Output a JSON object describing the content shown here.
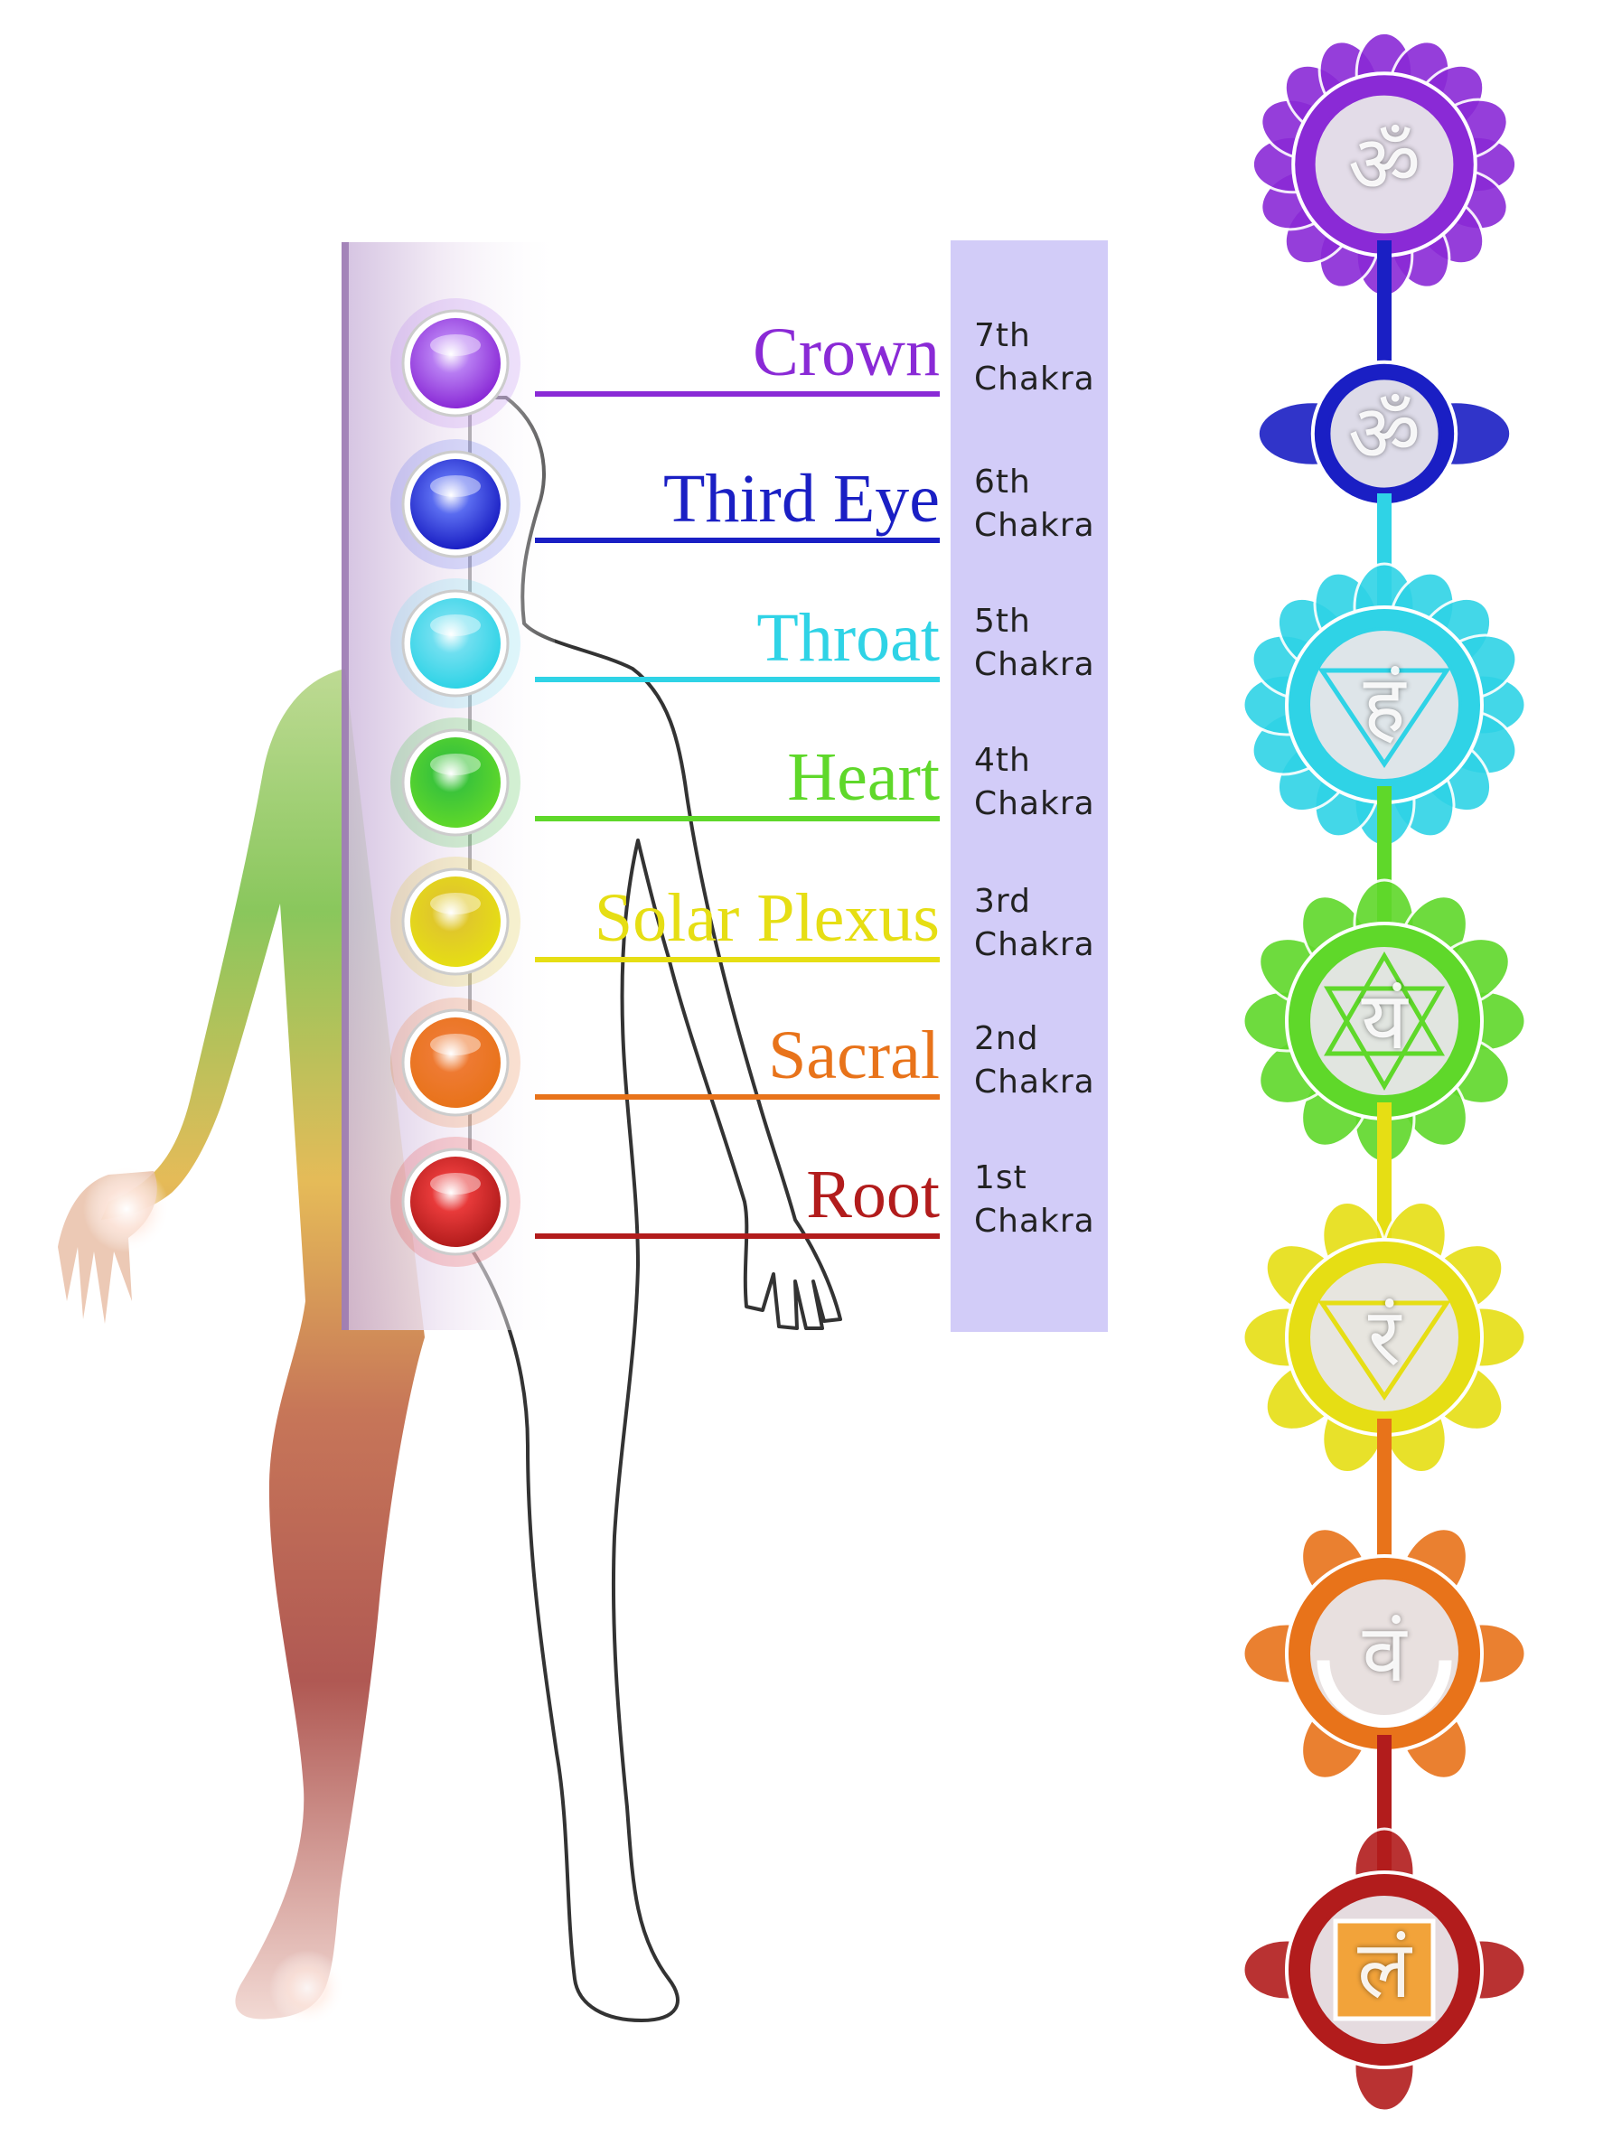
{
  "chakras": [
    {
      "name": "Crown",
      "ordinal": "7th",
      "word": "Chakra",
      "color": "#8a2ad6",
      "glow": "#b77cf2",
      "seed": "ॐ"
    },
    {
      "name": "Third Eye",
      "ordinal": "6th",
      "word": "Chakra",
      "color": "#1a1fc4",
      "glow": "#5a6cf0",
      "seed": "ॐ"
    },
    {
      "name": "Throat",
      "ordinal": "5th",
      "word": "Chakra",
      "color": "#2fd3e6",
      "glow": "#6fdff0",
      "seed": "हं"
    },
    {
      "name": "Heart",
      "ordinal": "4th",
      "word": "Chakra",
      "color": "#5fd82a",
      "glow": "#3cc43a",
      "seed": "यं"
    },
    {
      "name": "Solar Plexus",
      "ordinal": "3rd",
      "word": "Chakra",
      "color": "#e6de14",
      "glow": "#e0c82a",
      "seed": "रं"
    },
    {
      "name": "Sacral",
      "ordinal": "2nd",
      "word": "Chakra",
      "color": "#e8731a",
      "glow": "#ee7a32",
      "seed": "वं"
    },
    {
      "name": "Root",
      "ordinal": "1st",
      "word": "Chakra",
      "color": "#b21c1c",
      "glow": "#e83a3a",
      "seed": "लं"
    }
  ],
  "colors": {
    "orb_panel": "#e9dff0",
    "label_panel": "#d2ccf8",
    "body_outline": "#333333",
    "body_fill": "#ffffff"
  }
}
